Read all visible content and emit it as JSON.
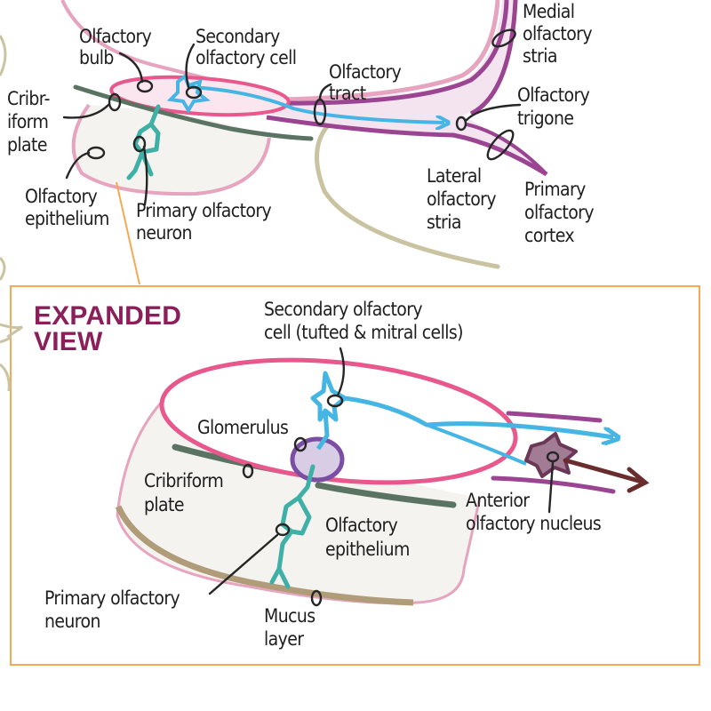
{
  "colors": {
    "bulb_outline": "#e8588c",
    "bulb_fill": "#fbe6ef",
    "tract_purple": "#9a4492",
    "tract_fill": "#f3e4f0",
    "tract_pink": "#e6a4bf",
    "axon_blue": "#45b6e4",
    "neuron_teal": "#3fb0a6",
    "cribriform": "#5a7362",
    "epithelium_fill": "#f4f3ef",
    "epithelium_outline": "#e6a4bf",
    "mucus": "#b09c78",
    "bone_tan": "#c9c3a2",
    "glomerulus_fill": "#d9cce5",
    "glomerulus_outline": "#7a4ea3",
    "nucleus_fill": "#a27c95",
    "nucleus_outline": "#6a3856",
    "output_arrow": "#6a2d2d",
    "inset_border": "#f4aa55",
    "title": "#8a1f5a",
    "text": "#1e1e1e"
  },
  "overview": {
    "labels": {
      "olfactory_bulb": [
        "Olfactory",
        "bulb"
      ],
      "secondary_cell": [
        "Secondary",
        "olfactory cell"
      ],
      "olfactory_tract": [
        "Olfactory",
        "tract"
      ],
      "medial_stria": [
        "Medial",
        "olfactory",
        "stria"
      ],
      "olfactory_trigone": [
        "Olfactory",
        "trigone"
      ],
      "cribriform_plate": [
        "Cribr-",
        "iform",
        "plate"
      ],
      "olfactory_epithelium": [
        "Olfactory",
        "epithelium"
      ],
      "primary_neuron": [
        "Primary olfactory",
        "neuron"
      ],
      "lateral_stria": [
        "Lateral",
        "olfactory",
        "stria"
      ],
      "primary_cortex": [
        "Primary",
        "olfactory",
        "cortex"
      ]
    }
  },
  "expanded": {
    "title": [
      "EXPANDED",
      "VIEW"
    ],
    "labels": {
      "secondary_cell": [
        "Secondary olfactory",
        "cell (tufted & mitral cells)"
      ],
      "glomerulus": [
        "Glomerulus"
      ],
      "cribriform_plate": [
        "Cribriform",
        "plate"
      ],
      "olfactory_epithelium": [
        "Olfactory",
        "epithelium"
      ],
      "primary_neuron": [
        "Primary olfactory",
        "neuron"
      ],
      "mucus_layer": [
        "Mucus",
        "layer"
      ],
      "anterior_nucleus": [
        "Anterior",
        "olfactory nucleus"
      ]
    }
  }
}
